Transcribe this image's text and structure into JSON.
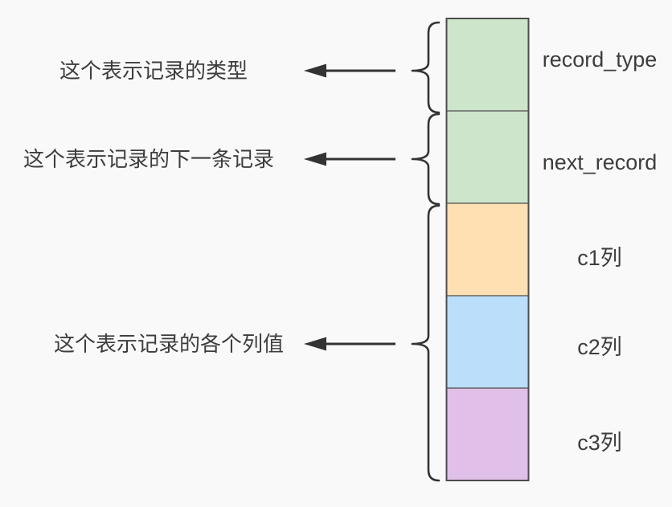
{
  "diagram": {
    "background_color": "#f9f9f9",
    "box_border_color": "#4d4d4d",
    "line_color": "#333333",
    "text_color": "#3d3d3d",
    "fields": [
      {
        "label": "record_type",
        "fill": "#cde5cb"
      },
      {
        "label": "next_record",
        "fill": "#cde5cb"
      },
      {
        "label": "c1列",
        "fill": "#ffe0b2"
      },
      {
        "label": "c2列",
        "fill": "#bbdefb"
      },
      {
        "label": "c3列",
        "fill": "#e0bfe8"
      }
    ],
    "annotations": [
      {
        "text": "这个表示记录的类型",
        "points_to_fields": [
          "record_type"
        ]
      },
      {
        "text": "这个表示记录的下一条记录",
        "points_to_fields": [
          "next_record"
        ]
      },
      {
        "text": "这个表示记录的各个列值",
        "points_to_fields": [
          "c1列",
          "c2列",
          "c3列"
        ]
      }
    ]
  }
}
